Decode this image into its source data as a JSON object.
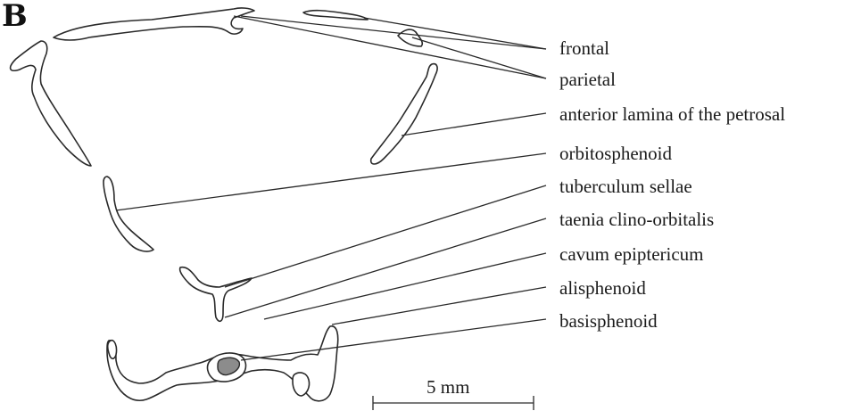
{
  "panel_label": "B",
  "labels": [
    {
      "key": "frontal",
      "text": "frontal"
    },
    {
      "key": "parietal",
      "text": "parietal"
    },
    {
      "key": "anterior_lamina",
      "text": "anterior lamina of the petrosal"
    },
    {
      "key": "orbitosphenoid",
      "text": "orbitosphenoid"
    },
    {
      "key": "tuberculum_sellae",
      "text": "tuberculum sellae"
    },
    {
      "key": "taenia_clino_orbitalis",
      "text": "taenia clino-orbitalis"
    },
    {
      "key": "cavum_epiptericum",
      "text": "cavum epiptericum"
    },
    {
      "key": "alisphenoid",
      "text": "alisphenoid"
    },
    {
      "key": "basisphenoid",
      "text": "basisphenoid"
    }
  ],
  "scale_bar": {
    "text": "5 mm"
  },
  "colors": {
    "line": "#2a2a2a",
    "fill_highlight": "#8c8c8c"
  }
}
